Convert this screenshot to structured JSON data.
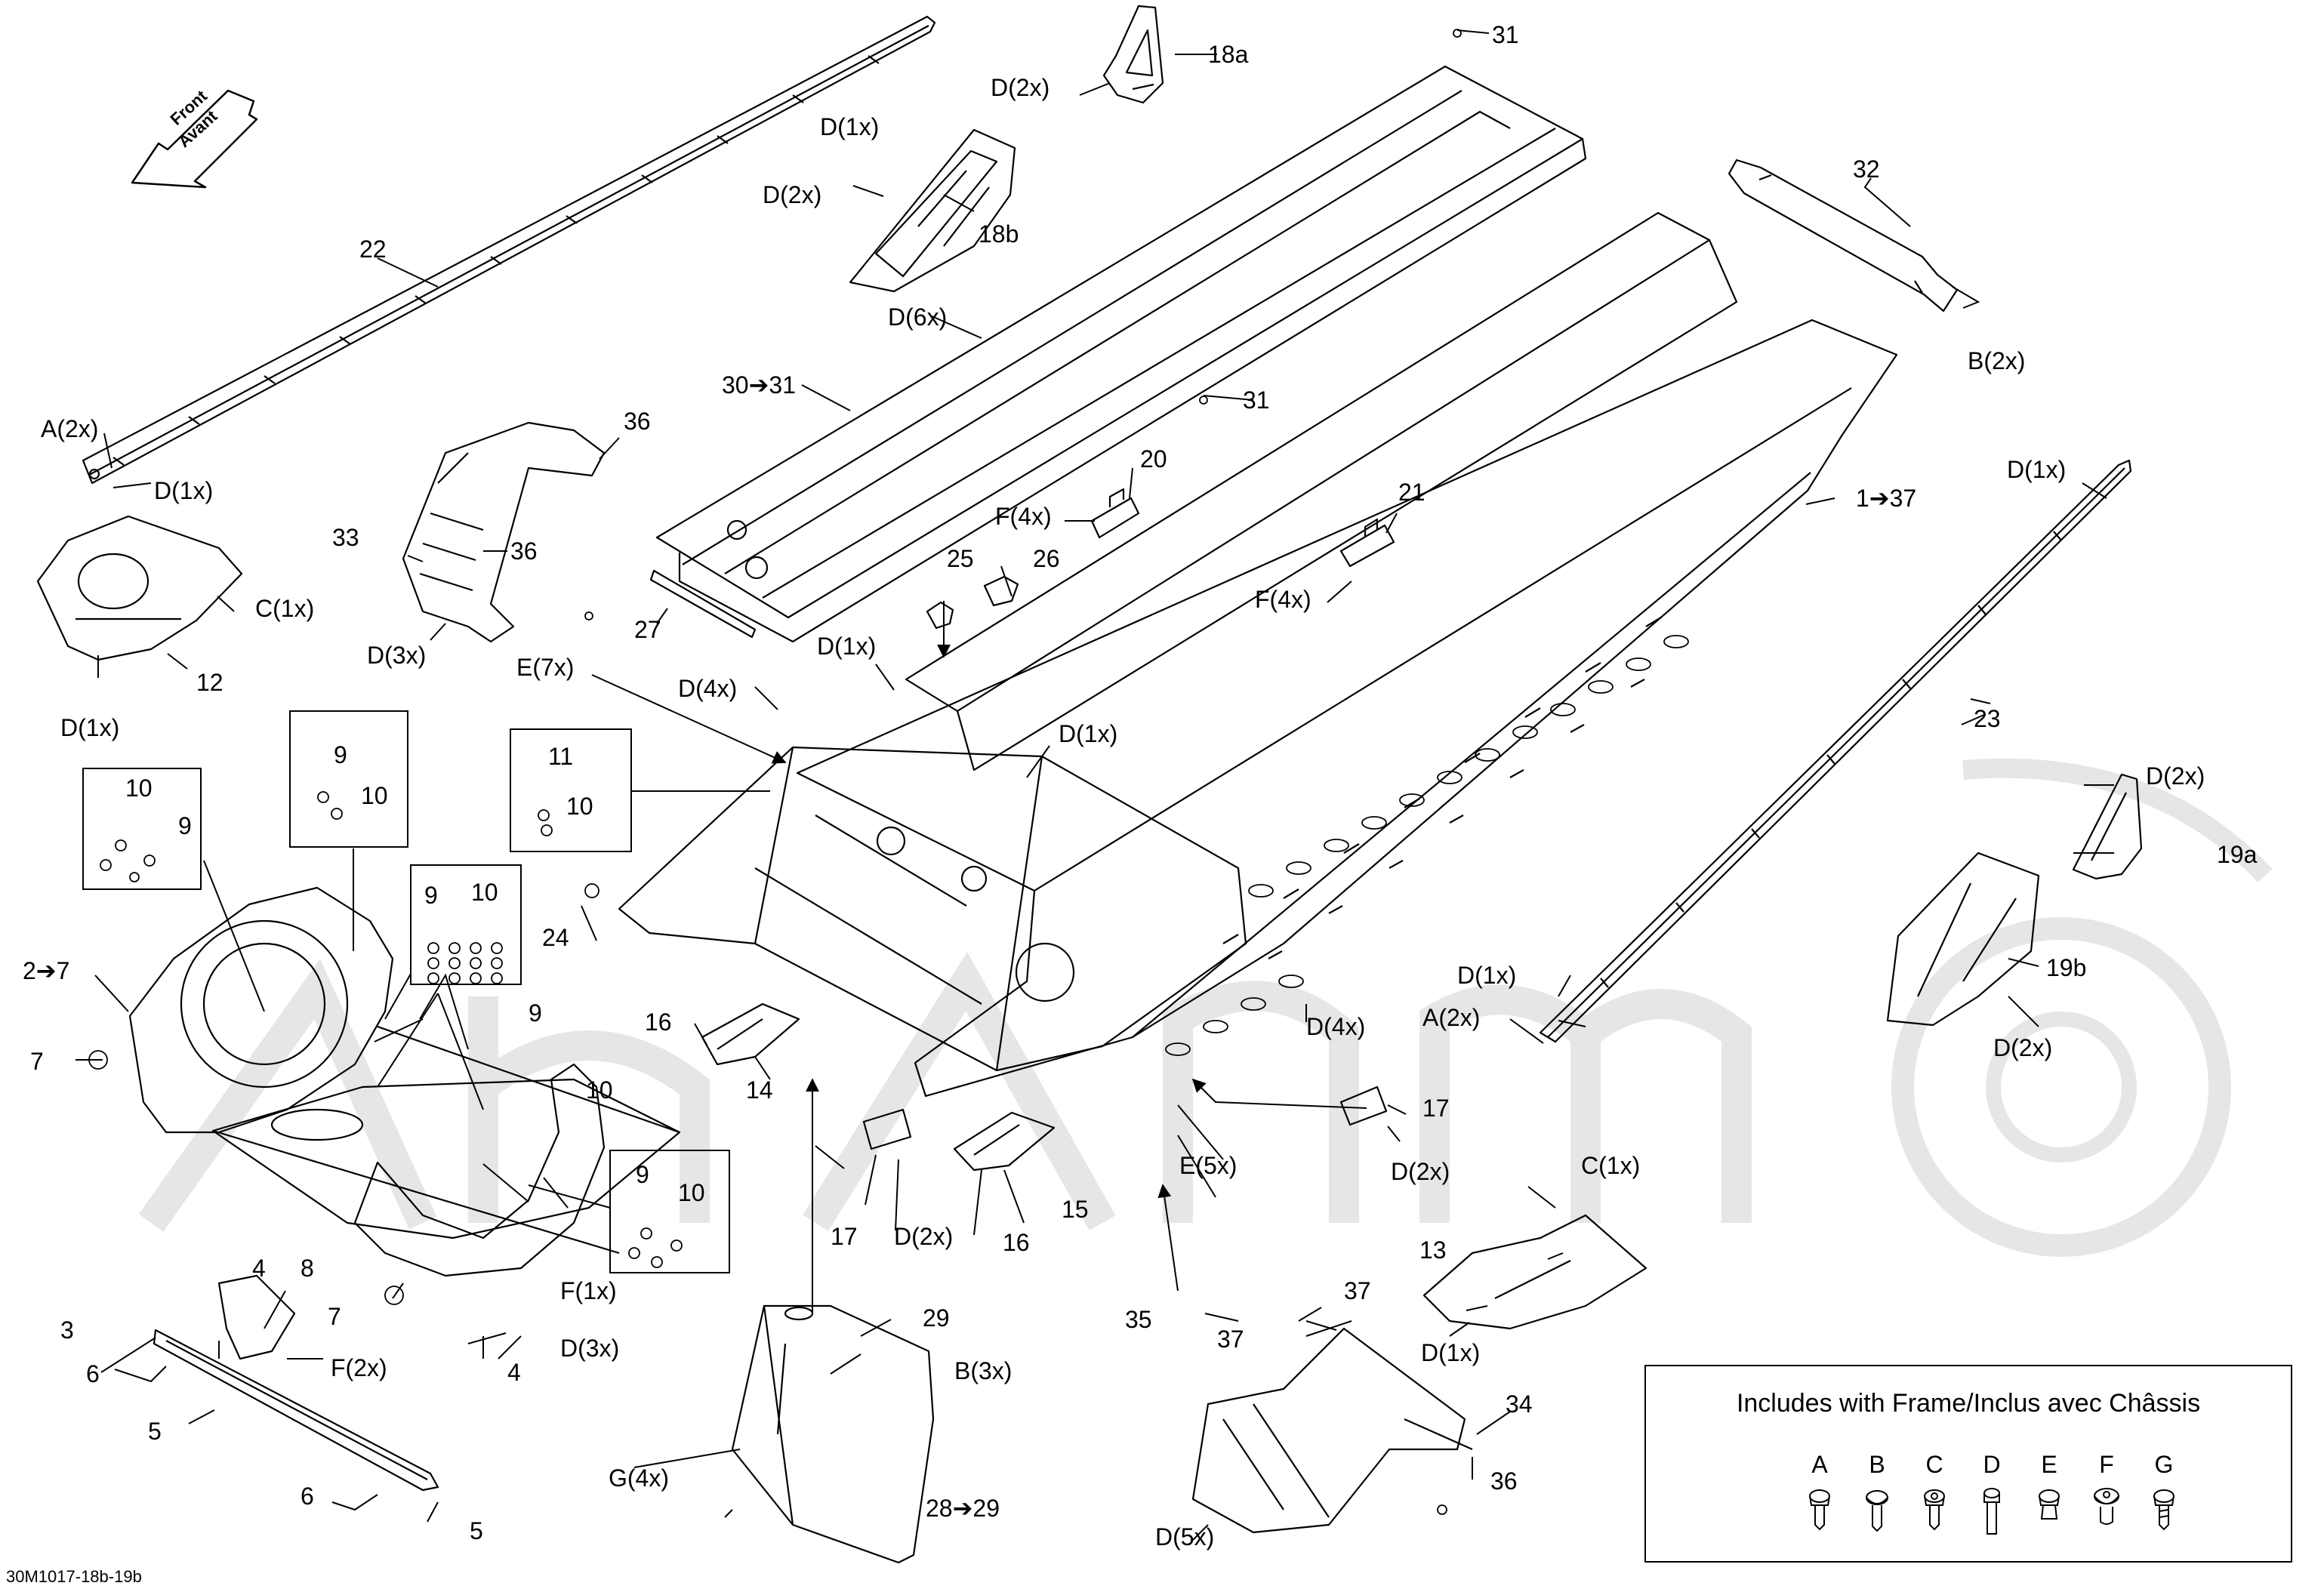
{
  "front_arrow": {
    "line1": "Front",
    "line2": "Avant"
  },
  "drawing_code": "30M1017-18b-19b",
  "callouts": {
    "c18a": "18a",
    "c31_top": "31",
    "cD2x_18a": "D(2x)",
    "cD1x_22": "D(1x)",
    "cD2x_18b": "D(2x)",
    "c18b": "18b",
    "c32": "32",
    "cB2x": "B(2x)",
    "c22": "22",
    "cD6x": "D(6x)",
    "c30_31": "30➔31",
    "c31_mid": "31",
    "cA2x_left": "A(2x)",
    "cD1x_left": "D(1x)",
    "c36_top": "36",
    "c20": "20",
    "cF4x_20": "F(4x)",
    "c21": "21",
    "cF4x_21": "F(4x)",
    "c1_37": "1➔37",
    "cD1x_23": "D(1x)",
    "c33": "33",
    "c36_mid": "36",
    "cC1x_12": "C(1x)",
    "c12": "12",
    "cD1x_12": "D(1x)",
    "cD3x_33": "D(3x)",
    "c27": "27",
    "c25": "25",
    "c26": "26",
    "cD1x_25": "D(1x)",
    "cE7x": "E(7x)",
    "cD4x_top": "D(4x)",
    "cD1x_mid": "D(1x)",
    "c23": "23",
    "b1_9": "9",
    "b1_10": "10",
    "b2_10": "10",
    "b2_9": "9",
    "b3_11": "11",
    "b3_10": "10",
    "b4_9": "9",
    "b4_10": "10",
    "b5_9": "9",
    "b5_10": "10",
    "cD2x_19a": "D(2x)",
    "c19a": "19a",
    "c19b": "19b",
    "cD2x_19b": "D(2x)",
    "c2_7": "2➔7",
    "c24": "24",
    "c7_left": "7",
    "c16_top": "16",
    "c14": "14",
    "cD1x_right": "D(1x)",
    "cA2x_right": "A(2x)",
    "cD4x_right": "D(4x)",
    "c9_mid": "9",
    "c10_mid": "10",
    "c17_right": "17",
    "cD2x_17r": "D(2x)",
    "cE5x": "E(5x)",
    "c4_top": "4",
    "c8": "8",
    "c17_left": "17",
    "cD2x_17l": "D(2x)",
    "c16_bot": "16",
    "c15": "15",
    "cC1x_13": "C(1x)",
    "c13": "13",
    "c7_bot": "7",
    "cF1x": "F(1x)",
    "c3": "3",
    "c29": "29",
    "c37_a": "37",
    "c35": "35",
    "cD3x_bot": "D(3x)",
    "cF2x": "F(2x)",
    "c6_top": "6",
    "c4_bot": "4",
    "cB3x": "B(3x)",
    "c37_b": "37",
    "cD1x_13": "D(1x)",
    "c34": "34",
    "c5_top": "5",
    "cG4x": "G(4x)",
    "c28_29": "28➔29",
    "c36_bot": "36",
    "c6_bot": "6",
    "c5_bot": "5",
    "cD5x": "D(5x)"
  },
  "legend": {
    "title": "Includes with Frame/Inclus avec Châssis",
    "letters": [
      "A",
      "B",
      "C",
      "D",
      "E",
      "F",
      "G"
    ]
  },
  "colors": {
    "line": "#000000",
    "background": "#ffffff",
    "watermark": "#e3e3e3"
  }
}
